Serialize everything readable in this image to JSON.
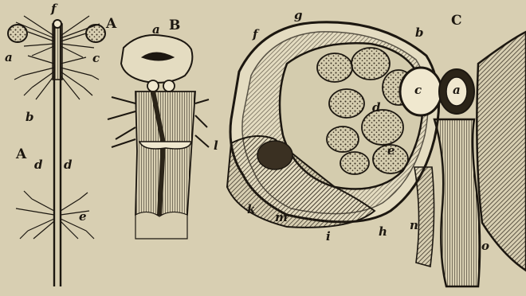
{
  "figure_a": {
    "panel_label": "A",
    "panel_label_lower": "A",
    "letters": {
      "f": "f",
      "a": "a",
      "c": "c",
      "b": "b",
      "d_left": "d",
      "d_right": "d",
      "e": "e"
    }
  },
  "figure_b": {
    "panel_label": "B",
    "letters": {
      "a": "a"
    }
  },
  "figure_c": {
    "panel_label": "C",
    "letters": {
      "g": "g",
      "f": "f",
      "b": "b",
      "a": "a",
      "c": "c",
      "d": "d",
      "e": "e",
      "l": "l",
      "k": "k",
      "m": "m",
      "i": "i",
      "h": "h",
      "n": "n",
      "o": "o"
    }
  },
  "colors": {
    "paper": "#d8cfb2",
    "ink": "#1c1710"
  }
}
